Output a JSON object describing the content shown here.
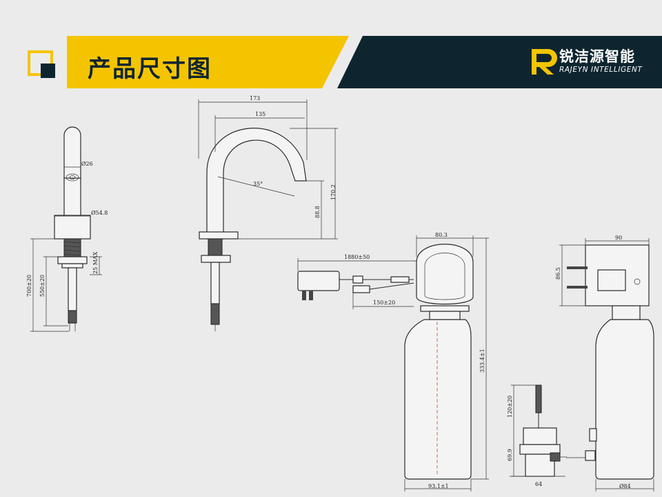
{
  "header": {
    "title": "产品尺寸图",
    "brand_cn": "锐洁源智能",
    "brand_en": "RAJEYN INTELLIGENT"
  },
  "colors": {
    "accent_yellow": "#f5c400",
    "dark_navy": "#0e2530",
    "background": "#ebebeb"
  },
  "icons": {
    "title_marker": "square-outline-icon",
    "brand_logo": "r-letter-logo"
  },
  "dimensions": {
    "d26": "Ø26",
    "d548": "Ø54.8",
    "h700": "700±20",
    "h550": "550±20",
    "max25": "25 MAX",
    "w173": "173",
    "w135": "135",
    "angle35": "35°",
    "h1702": "170.2",
    "h888": "88.8",
    "cable1880": "1880±50",
    "cable150": "150±20",
    "w803": "80.3",
    "h3334": "333.4±1",
    "w931": "93.1±1",
    "w90": "90",
    "h865": "86.5",
    "h120": "120±20",
    "h699": "69.9",
    "w64": "64",
    "d84": "Ø84"
  }
}
